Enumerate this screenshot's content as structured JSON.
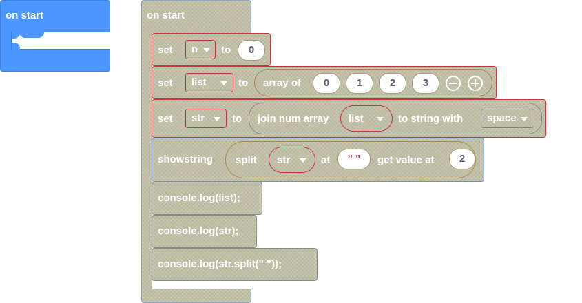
{
  "workspace": {
    "colors": {
      "event_blue": "#4c97ff",
      "block_fill": "#c9c4a6",
      "variable_border": "#c8343c",
      "statement_border": "#6f8fc4",
      "text": "#ffffff",
      "pill_text": "#575e75",
      "string_quote": "#c8343c"
    },
    "blue_hat": {
      "label": "on start"
    },
    "event": {
      "label": "on start"
    },
    "set_n": {
      "keyword": "set",
      "var": "n",
      "to": "to",
      "value": "0"
    },
    "set_list": {
      "keyword": "set",
      "var": "list",
      "to": "to",
      "array_label": "array of",
      "items": [
        "0",
        "1",
        "2",
        "3"
      ],
      "remove_icon": "minus-circle-icon",
      "add_icon": "plus-circle-icon"
    },
    "set_str": {
      "keyword": "set",
      "var": "str",
      "to": "to",
      "join_label": "join num array",
      "join_var": "list",
      "sep_label": "to string with",
      "sep_value": "space"
    },
    "showstring": {
      "keyword": "showstring",
      "split_label": "split",
      "split_var": "str",
      "at_label": "at",
      "at_value": "\" \"",
      "get_label": "get value at",
      "index": "2"
    },
    "log1": {
      "code": "console.log(list);"
    },
    "log2": {
      "code": "console.log(str);"
    },
    "log3": {
      "code": "console.log(str.split(\" \"));"
    }
  }
}
